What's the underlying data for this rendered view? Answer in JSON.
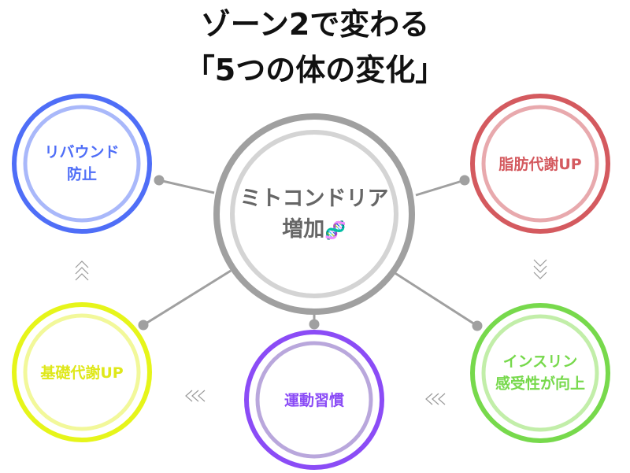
{
  "title": {
    "line1": "ゾーン2で変わる",
    "line2": "「5つの体の変化」"
  },
  "center": {
    "line1": "ミトコンドリア",
    "line2": "増加",
    "emoji": "🧬"
  },
  "nodes": [
    {
      "line1": "リバウンド",
      "line2": "防止",
      "color": "#4f6ef7"
    },
    {
      "line1": "脂肪代謝UP",
      "line2": "",
      "color": "#d45a5f"
    },
    {
      "line1": "インスリン",
      "line2": "感受性が向上",
      "color": "#77d94c"
    },
    {
      "line1": "運動習慣",
      "line2": "",
      "color": "#8b4cf6"
    },
    {
      "line1": "基礎代謝UP",
      "line2": "",
      "color": "#dfe81a"
    }
  ]
}
